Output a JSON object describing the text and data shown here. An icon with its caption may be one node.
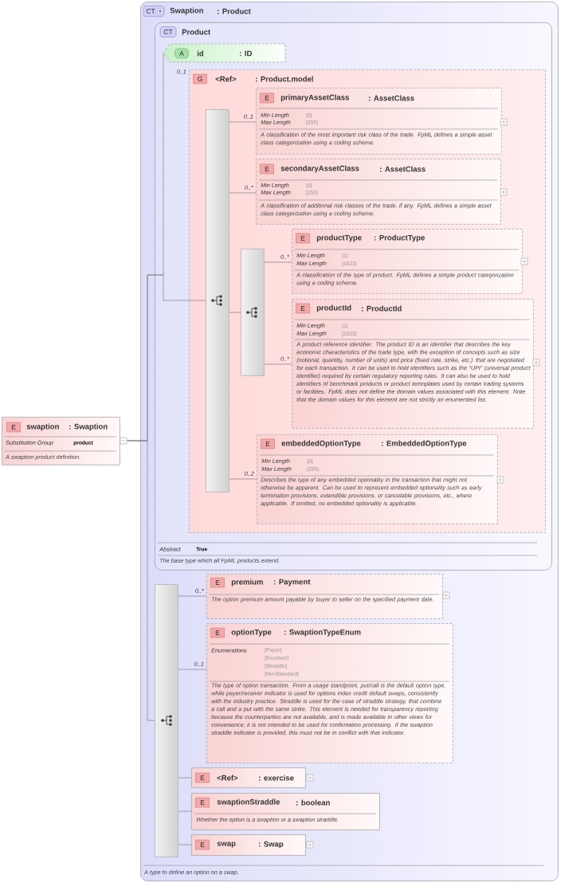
{
  "diagram": {
    "nodes": [
      {
        "text": [
          "E",
          "swaption",
          ": Swaption",
          "Substitution Group",
          "product",
          "A swaption product definition."
        ]
      },
      {
        "text": [
          "CT",
          "Swaption",
          ": Product",
          "A type to define an option on a swap."
        ]
      },
      {
        "text": [
          "CT",
          "Product",
          "Abstract",
          "True",
          "The base type which all FpML products extend."
        ],
        "in": 1
      },
      {
        "text": [
          "A",
          "id",
          ": ID"
        ],
        "in": 2
      },
      {
        "text": [
          "G",
          "<Ref>",
          ": Product.model"
        ],
        "in": 2,
        "beside": [
          "0..1"
        ]
      },
      {
        "text": [],
        "shape": "bar",
        "in": 4
      },
      {
        "text": [
          "E",
          "primaryAssetClass",
          ": AssetClass",
          "Min Length",
          "[0]",
          "Max Length",
          "[255]",
          "A classification of the most important risk class of the trade. FpML defines a simple asset class categorization using a coding scheme."
        ],
        "in": 4
      },
      {
        "text": [
          "E",
          "secondaryAssetClass",
          ": AssetClass",
          "Min Length",
          "[0]",
          "Max Length",
          "[255]",
          "A classification of additional risk classes of the trade, if any. FpML defines a simple asset class categorization using a coding scheme."
        ],
        "in": 4
      },
      {
        "text": [],
        "shape": "bar",
        "in": 4
      },
      {
        "text": [
          "E",
          "productType",
          ": ProductType",
          "Min Length",
          "[1]",
          "Max Length",
          "[1023]",
          "A classification of the type of product. FpML defines a simple product categorization using a coding scheme."
        ],
        "in": 4
      },
      {
        "text": [
          "E",
          "productId",
          ": ProductId",
          "Min Length",
          "[1]",
          "Max Length",
          "[1023]",
          "A product reference identifier. The product ID is an identifier that describes the key economic characteristics of the trade type, with the exception of concepts such as size (notional, quantity, number of units) and price (fixed rate, strike, etc.) that are negotiated for each transaction. It can be used to hold identifiers such as the \"UPI\" (universal product identifier) required by certain regulatory reporting rules. It can also be used to hold identifiers of benchmark products or product temnplates used by certain trading systems or facilities. FpML does not define the domain values associated with this element. Note that the domain values for this element are not strictly an enumerated list."
        ],
        "in": 4
      },
      {
        "text": [
          "E",
          "embeddedOptionType",
          ": EmbeddedOptionType",
          "Min Length",
          "[0]",
          "Max Length",
          "[255]",
          "Describes the type of any embedded optionality in the transaction that might not otherwise be apparent. Can be used to represent embedded optionality such as early termination provisions, extendible provisions, or cancelable provisions, etc., where applicable. If omitted, no embedded optionality is applicable."
        ],
        "in": 4
      },
      {
        "text": [],
        "shape": "bar",
        "in": 1
      },
      {
        "text": [
          "E",
          "premium",
          ": Payment",
          "The option premium amount payable by buyer to seller on the specified payment date."
        ],
        "in": 1
      },
      {
        "text": [
          "E",
          "optionType",
          ": SwaptionTypeEnum",
          "Enumerations",
          "[Payer]",
          "[Receiver]",
          "[Straddle]",
          "[NonStandard]",
          "The type of option transaction. From a usage standpoint, put/call is the default option type, while payer/receiver indicator is used for options index credit default swaps, consistently with the industry practice. Straddle is used for the case of straddle strategy, that combine a call and a put with the same strike. This element is needed for transparency reporting because the counterparties are not available, and is made available in other views for convenience; it is not intended to be used for confirmation processing. If the swaption straddle indicator is provided, this must not be in conflict with that indicator."
        ],
        "in": 1
      },
      {
        "text": [
          "E",
          "<Ref>",
          ": exercise"
        ],
        "in": 1
      },
      {
        "text": [
          "E",
          "swaptionStraddle",
          ": boolean",
          "Whether the option is a swaption or a swaption straddle."
        ],
        "in": 1
      },
      {
        "text": [
          "E",
          "swap",
          ": Swap"
        ],
        "in": 1
      }
    ],
    "edges": [
      {
        "from": 0,
        "to": 3,
        "arrow": "none"
      },
      {
        "from": 0,
        "to": 5,
        "arrow": "none"
      },
      {
        "from": 0,
        "to": 12,
        "arrow": "none"
      },
      {
        "from": 5,
        "to": 6,
        "arrow": "none",
        "label": "0..1"
      },
      {
        "from": 5,
        "to": 7,
        "arrow": "none",
        "label": "0..*"
      },
      {
        "from": 5,
        "to": 8,
        "arrow": "none"
      },
      {
        "from": 5,
        "to": 11,
        "arrow": "none",
        "label": "0..2"
      },
      {
        "from": 8,
        "to": 9,
        "arrow": "none",
        "label": "0..*"
      },
      {
        "from": 8,
        "to": 10,
        "arrow": "none",
        "label": "0..*"
      },
      {
        "from": 12,
        "to": 13,
        "arrow": "none",
        "label": "0..*"
      },
      {
        "from": 12,
        "to": 14,
        "arrow": "none",
        "label": "0..1"
      },
      {
        "from": 12,
        "to": 15,
        "arrow": "none"
      },
      {
        "from": 12,
        "to": 16,
        "arrow": "none"
      },
      {
        "from": 12,
        "to": 17,
        "arrow": "none"
      }
    ]
  }
}
